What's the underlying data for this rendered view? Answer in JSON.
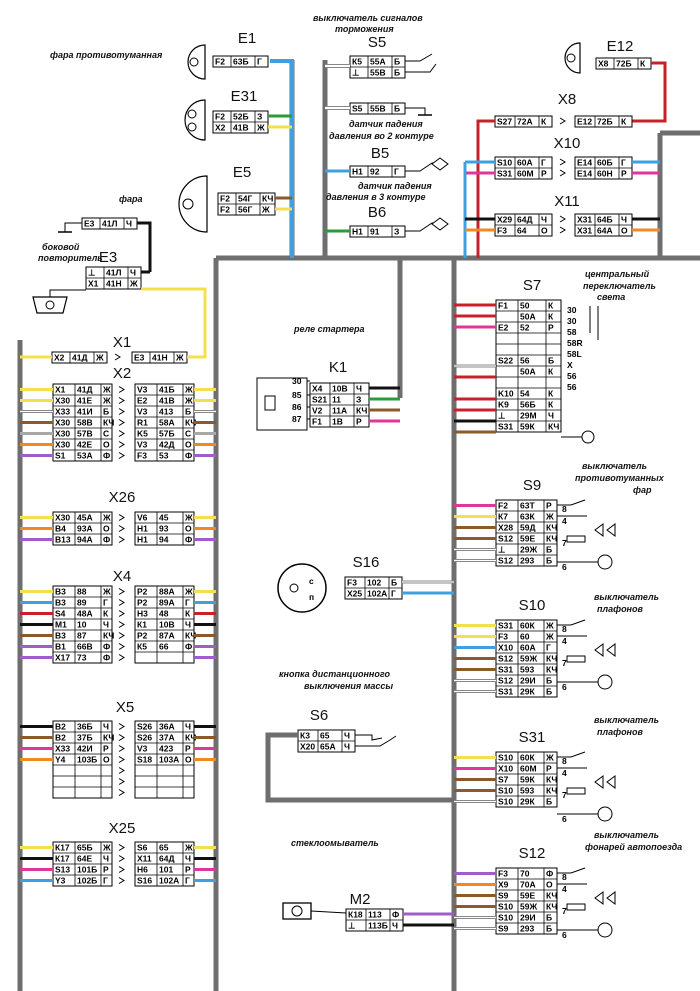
{
  "labels": {
    "fog_lamp": "фара противотуманная",
    "brake_switch_1": "выключатель сигналов",
    "brake_switch_2": "торможения",
    "sensor2_1": "датчик падения",
    "sensor2_2": "давления во 2 контуре",
    "sensor3_1": "датчик падения",
    "sensor3_2": "давления в 3 контуре",
    "headlamp": "фара",
    "side_1": "боковой",
    "side_2": "повторитель",
    "starter_relay": "реле стартера",
    "central_1": "центральный",
    "central_2": "переключатель",
    "central_3": "света",
    "fog_switch_1": "выключатель",
    "fog_switch_2": "противотуманных",
    "fog_switch_3": "фар",
    "ceiling_1": "выключатель",
    "ceiling_2": "плафонов",
    "ceiling2_1": "выключатель",
    "ceiling2_2": "плафонов",
    "train_1": "выключатель",
    "train_2": "фонарей автопоезда",
    "mass_1": "кнопка дистанционного",
    "mass_2": "выключения массы",
    "washer": "стеклоомыватель"
  },
  "components": {
    "E1": "E1",
    "E31": "E31",
    "E5": "E5",
    "E3_top": "E3",
    "E3": "E3",
    "S5": "S5",
    "B5": "B5",
    "B6": "B6",
    "E12": "E12",
    "X8": "X8",
    "X10": "X10",
    "X11": "X11",
    "X1": "X1",
    "X2": "X2",
    "X26": "X26",
    "X4": "X4",
    "X5": "X5",
    "X25": "X25",
    "K1": "K1",
    "S7": "S7",
    "S9": "S9",
    "S10": "S10",
    "S31": "S31",
    "S12": "S12",
    "S16": "S16",
    "S6": "S6",
    "M2": "M2"
  },
  "wire_colors": {
    "Ж": "#f4e04d",
    "Г": "#3ea0e0",
    "З": "#2e9a3a",
    "Б": "#ffffff",
    "КЧ": "#8b5a2b",
    "С": "#a8a8a8",
    "О": "#f08a1e",
    "Ф": "#a05cc8",
    "Ч": "#111111",
    "К": "#c8202a",
    "Р": "#e0359a",
    "frame": "#6e6e6e"
  }
}
